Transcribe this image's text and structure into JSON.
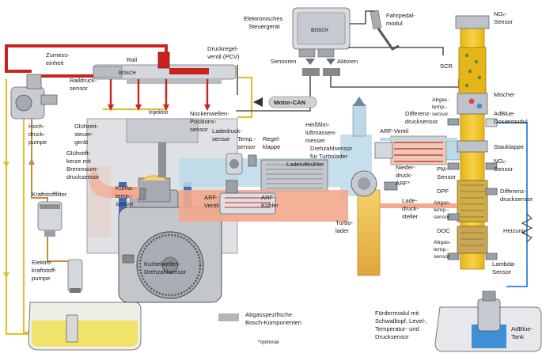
{
  "labels": {
    "ecu": [
      "Elektronisches",
      "Steuergerät"
    ],
    "pedal": [
      "Fahrpedal-",
      "modul"
    ],
    "nox_top": [
      "NOₓ-",
      "Sensor"
    ],
    "sensoren": "Sensoren",
    "aktoren": "Aktoren",
    "pcv": [
      "Druckregel-",
      "ventil (PCV)"
    ],
    "rail": "Rail",
    "zumess": [
      "Zumess-",
      "einheit"
    ],
    "raildruck": [
      "Raildruck-",
      "sensor"
    ],
    "scr": "SCR",
    "motorcan": "Motor-CAN",
    "mischer": "Mischer",
    "abgastemp1": [
      "Abgas-",
      "temp.-",
      "sensor"
    ],
    "adblue_dos": [
      "AdBlue-",
      "Dosiermodul"
    ],
    "injektor": "Injektor",
    "nockenwellen": [
      "Nockenwellen-",
      "Positions-",
      "sensor"
    ],
    "hochdruck": [
      "Hoch-",
      "druck-",
      "pumpe"
    ],
    "gluehzeit": [
      "Glühzeit-",
      "steuer-",
      "gerät"
    ],
    "ladedruck": [
      "Ladedruck-",
      "sensor"
    ],
    "tempsensor": [
      "Temp.-",
      "sensor"
    ],
    "regelklappe": [
      "Regel-",
      "klappe"
    ],
    "heissfilm": [
      "Heißfilm-",
      "luftmassen-",
      "messer"
    ],
    "drehzahl_turbo": [
      "Drehzahlsensor",
      "für Turbolader"
    ],
    "differenz1": [
      "Differenz-",
      "drucksensor"
    ],
    "arf_ventil_top": "ARF-Ventil",
    "stauklappe": "Stauklappe",
    "nox_mid": [
      "NOₓ-",
      "Sensor"
    ],
    "gluehstift": [
      "Glühstift-",
      "kerze mit",
      "Brennraum-",
      "drucksensor"
    ],
    "ladeluftkuehler": "Ladeluftkühler",
    "niederdruck_arf": [
      "Nieder-",
      "druck-",
      "ARF*"
    ],
    "pm_sensor": [
      "PM-",
      "Sensor"
    ],
    "kraftstofffilter": "Kraftstofffilter",
    "kuehlw": [
      "Kühlw.-",
      "temp.-",
      "sensor"
    ],
    "arf_ventil": [
      "ARF-",
      "Ventil"
    ],
    "arf_kuehler": [
      "ARF-",
      "Kühler"
    ],
    "dpf": "DPF",
    "abgastemp2": [
      "Abgas-",
      "temp.-",
      "sensor"
    ],
    "differenz2": [
      "Differenz-",
      "drucksensor"
    ],
    "ladedrucksteller": [
      "Lade-",
      "druck-",
      "steller"
    ],
    "turbolader": [
      "Turbo-",
      "lader"
    ],
    "heizung": "Heizung",
    "doc": "DOC",
    "abgastemp3": [
      "Abgas-",
      "temp.-",
      "sensor"
    ],
    "elektro_pumpe": [
      "Elektro-",
      "kraftstoff-",
      "pumpe"
    ],
    "kurbelwellen": [
      "Kurbelwellen-",
      "Drehzahlsensor"
    ],
    "lambda": [
      "Lambda-",
      "Sensor"
    ],
    "legend": [
      "Abgasspezifische",
      "Bosch-Komponenten"
    ],
    "optional": "*optional",
    "foerdermodul": [
      "Fördermodul mit",
      "Schwalltopf, Level-,",
      "Temperatur- und",
      "Drucksensor"
    ],
    "adblue_tank": [
      "AdBlue-",
      "Tank"
    ],
    "bosch": "BOSCH"
  },
  "colors": {
    "fuel_high_pressure": "#c8241f",
    "fuel_low_pressure": "#e0c23a",
    "exhaust_hot": "#f2a98c",
    "intake_air": "#bcd9ea",
    "catalyst": "#f3c21c",
    "fuel_tank": "#f0e26a",
    "adblue": "#3f8fd6",
    "bosch_components": "#b5b5b5"
  }
}
